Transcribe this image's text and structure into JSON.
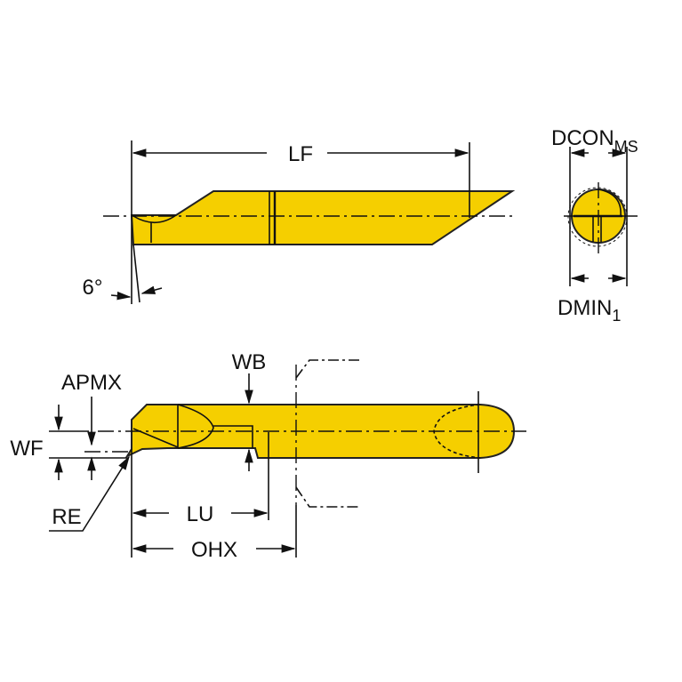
{
  "labels": {
    "lf": "LF",
    "angle": "6°",
    "dcon": "DCON",
    "dcon_sub": "MS",
    "dmin": "DMIN",
    "dmin_sub": "1",
    "wb": "WB",
    "apmx": "APMX",
    "wf": "WF",
    "re": "RE",
    "lu": "LU",
    "ohx": "OHX"
  },
  "colors": {
    "body": "#f5cf00",
    "line": "#111111"
  }
}
